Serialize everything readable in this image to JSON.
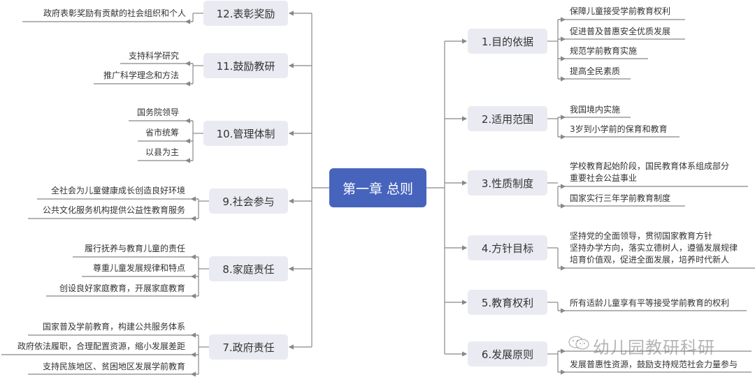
{
  "center": {
    "label": "第一章 总则",
    "color": "#4764bd"
  },
  "topic_color": "#eaebf2",
  "line_color": "#888888",
  "right_topics": [
    {
      "label": "1.目的依据",
      "children": [
        "保障儿童接受学前教育权利",
        "促进普及普惠安全优质发展",
        "规范学前教育实施",
        "提高全民素质"
      ]
    },
    {
      "label": "2.适用范围",
      "children": [
        "我国境内实施",
        "3岁到小学前的保育和教育"
      ]
    },
    {
      "label": "3.性质制度",
      "children": [
        "学校教育起始阶段，国民教育体系组成部分",
        "重要社会公益事业",
        "国家实行三年学前教育制度"
      ]
    },
    {
      "label": "4.方针目标",
      "children": [
        "坚持党的全面领导，贯彻国家教育方针",
        "坚持办学方向，落实立德树人，遵循发展规律",
        "培育价值观，促进全面发展，培养时代新人"
      ]
    },
    {
      "label": "5.教育权利",
      "children": [
        "所有适龄儿童享有平等接受学前教育的权利"
      ]
    },
    {
      "label": "6.发展原则",
      "children": [
        "发展普惠性资源，鼓励支持规范社会力量参与"
      ]
    }
  ],
  "left_topics": [
    {
      "label": "12.表彰奖励",
      "children": [
        "政府表彰奖励有贡献的社会组织和个人"
      ]
    },
    {
      "label": "11.鼓励教研",
      "children": [
        "支持科学研究",
        "推广科学理念和方法"
      ]
    },
    {
      "label": "10.管理体制",
      "children": [
        "国务院领导",
        "省市统筹",
        "以县为主"
      ]
    },
    {
      "label": "9.社会参与",
      "children": [
        "全社会为儿童健康成长创造良好环境",
        "公共文化服务机构提供公益性教育服务"
      ]
    },
    {
      "label": "8.家庭责任",
      "children": [
        "履行抚养与教育儿童的责任",
        "尊重儿童发展规律和特点",
        "创设良好家庭教育，开展家庭教育"
      ]
    },
    {
      "label": "7.政府责任",
      "children": [
        "国家普及学前教育，构建公共服务体系",
        "政府依法履职，合理配置资源，缩小发展差距",
        "支持民族地区、贫困地区发展学前教育"
      ]
    }
  ],
  "watermark": {
    "text": "幼儿园教研科研",
    "icon": "wechat-icon"
  }
}
